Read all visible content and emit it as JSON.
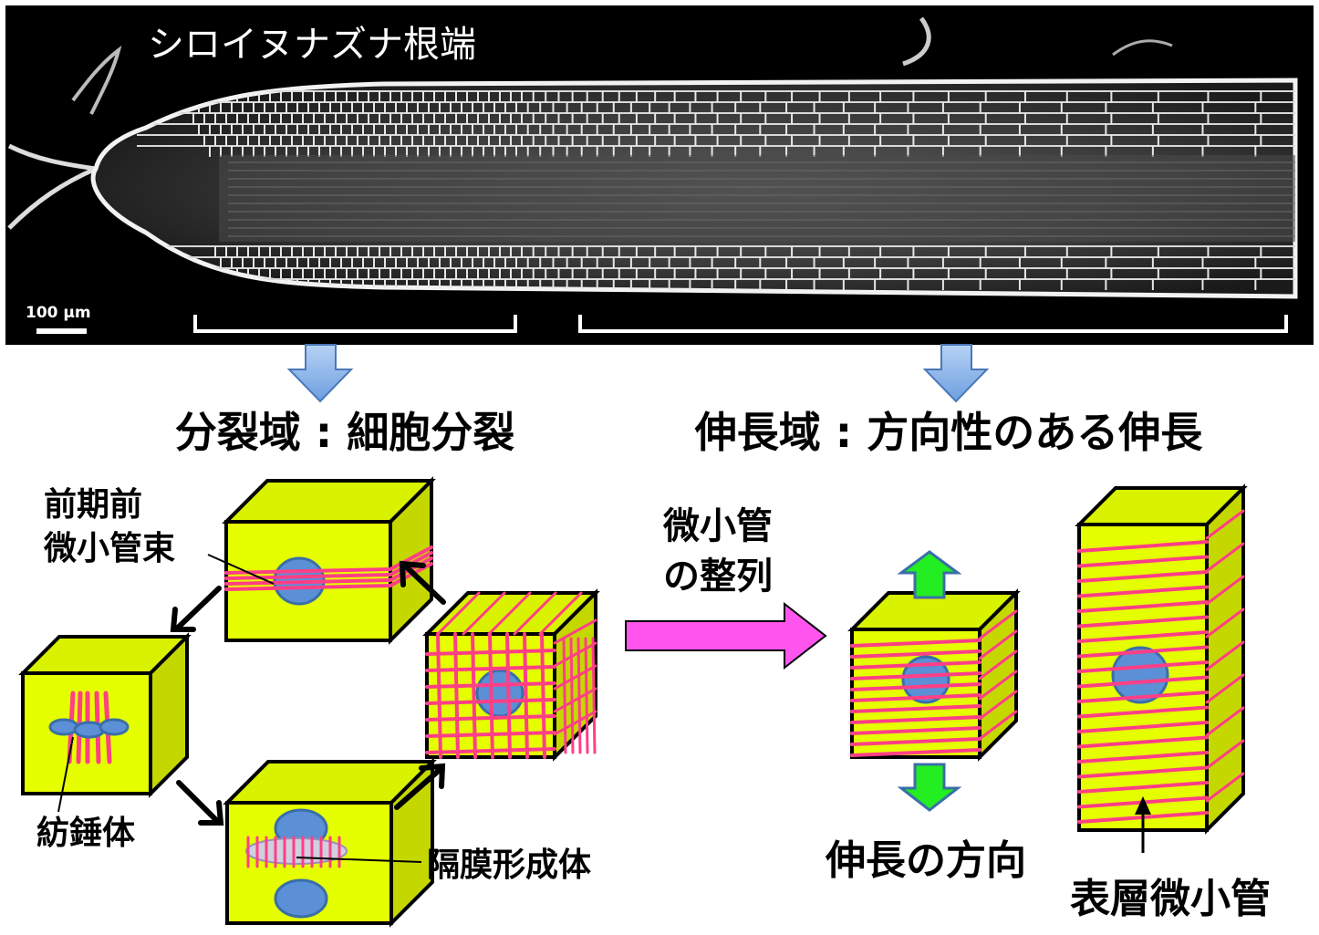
{
  "micrograph": {
    "title": "シロイヌナズナ根端",
    "scale_bar": "100 µm"
  },
  "zones": {
    "division": {
      "heading": "分裂域 : 細胞分裂",
      "preprophase_band": [
        "前期前",
        "微小管束"
      ],
      "spindle": "紡錘体",
      "phragmoplast": "隔膜形成体"
    },
    "elongation": {
      "heading": "伸長域 : 方向性のある伸長",
      "alignment": [
        "微小管",
        "の整列"
      ],
      "growth_direction": "伸長の方向",
      "cortical_microtubules": "表層微小管"
    }
  },
  "colors": {
    "cell_face": "#e5ff00",
    "cell_side": "#c4d800",
    "cell_top": "#d9f200",
    "microtubule": "#ff3f86",
    "nucleus": "#5b8fd6",
    "zone_arrow": "#8db8ec",
    "align_arrow": "#ff55ee",
    "growth_arrow": "#22ee22",
    "phragmoplast": "#cfcfdf"
  },
  "icons": [
    "down-arrow-icon",
    "right-arrow-icon",
    "curved-arrow-icon",
    "growth-arrow-icon"
  ]
}
